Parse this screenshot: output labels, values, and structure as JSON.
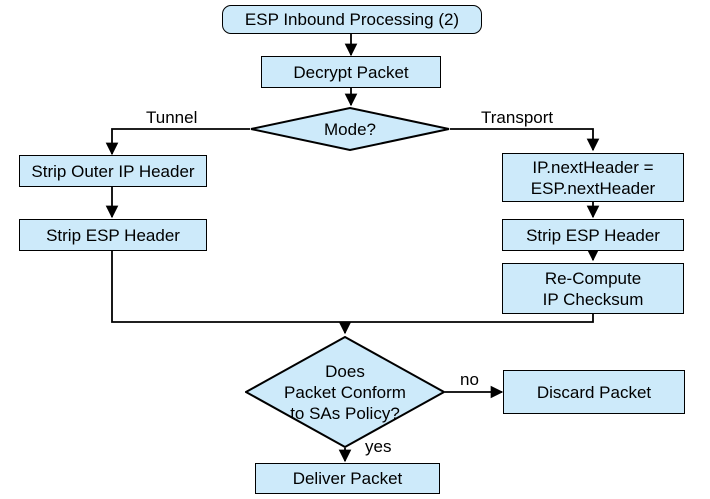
{
  "diagram": {
    "title": "ESP Inbound Processing (2)",
    "fill_color": "#cdeafa",
    "stroke_color": "#000000",
    "background_color": "#ffffff",
    "nodes": {
      "start": {
        "label": "ESP Inbound Processing (2)",
        "shape": "terminator"
      },
      "decrypt": {
        "label": "Decrypt Packet",
        "shape": "process"
      },
      "mode": {
        "label": "Mode?",
        "shape": "decision"
      },
      "strip_outer_ip": {
        "label": "Strip Outer IP Header",
        "shape": "process"
      },
      "strip_esp_left": {
        "label": "Strip ESP Header",
        "shape": "process"
      },
      "next_header": {
        "label": "IP.nextHeader =\nESP.nextHeader",
        "shape": "process"
      },
      "strip_esp_right": {
        "label": "Strip ESP Header",
        "shape": "process"
      },
      "recompute": {
        "label": "Re-Compute\nIP Checksum",
        "shape": "process"
      },
      "conform": {
        "label": "Does\nPacket Conform\nto SAs Policy?",
        "shape": "decision"
      },
      "discard": {
        "label": "Discard Packet",
        "shape": "process"
      },
      "deliver": {
        "label": "Deliver Packet",
        "shape": "process"
      }
    },
    "edge_labels": {
      "tunnel": "Tunnel",
      "transport": "Transport",
      "no": "no",
      "yes": "yes"
    }
  }
}
